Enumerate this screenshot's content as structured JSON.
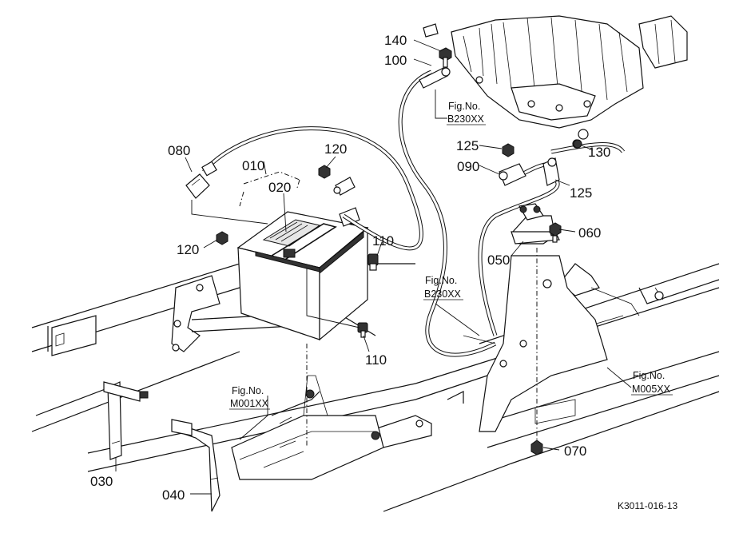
{
  "part_labels": {
    "p140": "140",
    "p100": "100",
    "p125a": "125",
    "p090": "090",
    "p125b": "125",
    "p130": "130",
    "p080": "080",
    "p010": "010",
    "p020": "020",
    "p120a": "120",
    "p120b": "120",
    "p110a": "110",
    "p110b": "110",
    "p050": "050",
    "p060": "060",
    "p070": "070",
    "p030": "030",
    "p040": "040"
  },
  "figure_refs": {
    "fig_b230_top": {
      "line1": "Fig.No.",
      "line2": "B230XX"
    },
    "fig_b230_mid": {
      "line1": "Fig.No.",
      "line2": "B230XX"
    },
    "fig_m001": {
      "line1": "Fig.No.",
      "line2": "M001XX"
    },
    "fig_m005": {
      "line1": "Fig.No.",
      "line2": "M005XX"
    }
  },
  "drawing_code": "K3011-016-13"
}
